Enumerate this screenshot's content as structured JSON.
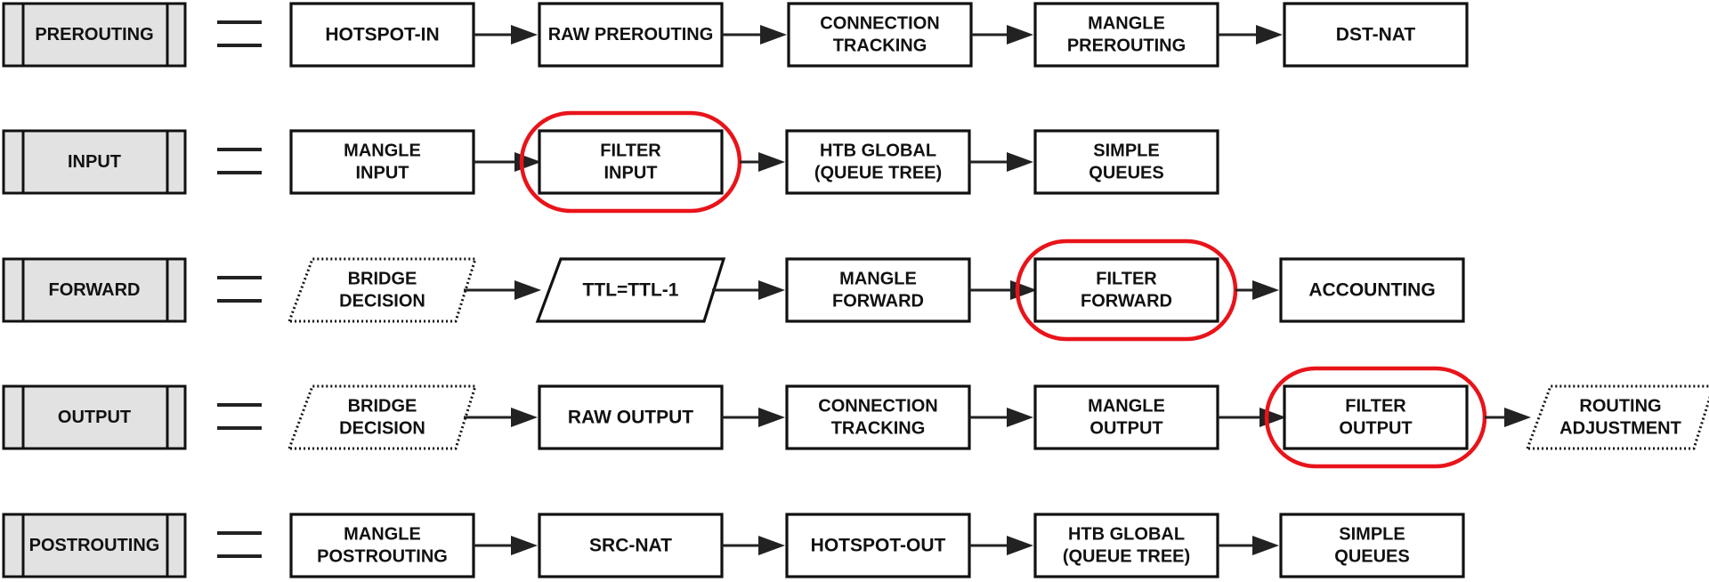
{
  "rows": [
    {
      "chain": "PREROUTING",
      "steps": [
        {
          "lines": [
            "HOTSPOT-IN"
          ],
          "shape": "box"
        },
        {
          "lines": [
            "RAW PREROUTING"
          ],
          "shape": "box"
        },
        {
          "lines": [
            "CONNECTION",
            "TRACKING"
          ],
          "shape": "box"
        },
        {
          "lines": [
            "MANGLE",
            "PREROUTING"
          ],
          "shape": "box"
        },
        {
          "lines": [
            "DST-NAT"
          ],
          "shape": "box"
        }
      ]
    },
    {
      "chain": "INPUT",
      "steps": [
        {
          "lines": [
            "MANGLE",
            "INPUT"
          ],
          "shape": "box"
        },
        {
          "lines": [
            "FILTER",
            "INPUT"
          ],
          "shape": "box",
          "highlighted": true
        },
        {
          "lines": [
            "HTB GLOBAL",
            "(QUEUE TREE)"
          ],
          "shape": "box"
        },
        {
          "lines": [
            "SIMPLE",
            "QUEUES"
          ],
          "shape": "box"
        }
      ]
    },
    {
      "chain": "FORWARD",
      "steps": [
        {
          "lines": [
            "BRIDGE",
            "DECISION"
          ],
          "shape": "parallelogram-dotted"
        },
        {
          "lines": [
            "TTL=TTL-1"
          ],
          "shape": "parallelogram"
        },
        {
          "lines": [
            "MANGLE",
            "FORWARD"
          ],
          "shape": "box"
        },
        {
          "lines": [
            "FILTER",
            "FORWARD"
          ],
          "shape": "box",
          "highlighted": true
        },
        {
          "lines": [
            "ACCOUNTING"
          ],
          "shape": "box"
        }
      ]
    },
    {
      "chain": "OUTPUT",
      "steps": [
        {
          "lines": [
            "BRIDGE",
            "DECISION"
          ],
          "shape": "parallelogram-dotted"
        },
        {
          "lines": [
            "RAW OUTPUT"
          ],
          "shape": "box"
        },
        {
          "lines": [
            "CONNECTION",
            "TRACKING"
          ],
          "shape": "box"
        },
        {
          "lines": [
            "MANGLE",
            "OUTPUT"
          ],
          "shape": "box"
        },
        {
          "lines": [
            "FILTER",
            "OUTPUT"
          ],
          "shape": "box",
          "highlighted": true
        },
        {
          "lines": [
            "ROUTING",
            "ADJUSTMENT"
          ],
          "shape": "parallelogram-dotted"
        }
      ]
    },
    {
      "chain": "POSTROUTING",
      "steps": [
        {
          "lines": [
            "MANGLE",
            "POSTROUTING"
          ],
          "shape": "box"
        },
        {
          "lines": [
            "SRC-NAT"
          ],
          "shape": "box"
        },
        {
          "lines": [
            "HOTSPOT-OUT"
          ],
          "shape": "box"
        },
        {
          "lines": [
            "HTB GLOBAL",
            "(QUEUE TREE)"
          ],
          "shape": "box"
        },
        {
          "lines": [
            "SIMPLE",
            "QUEUES"
          ],
          "shape": "box"
        }
      ]
    }
  ],
  "colors": {
    "highlight": "#e8141a",
    "chain_fill": "#e2e2e2",
    "stroke": "#111111"
  }
}
